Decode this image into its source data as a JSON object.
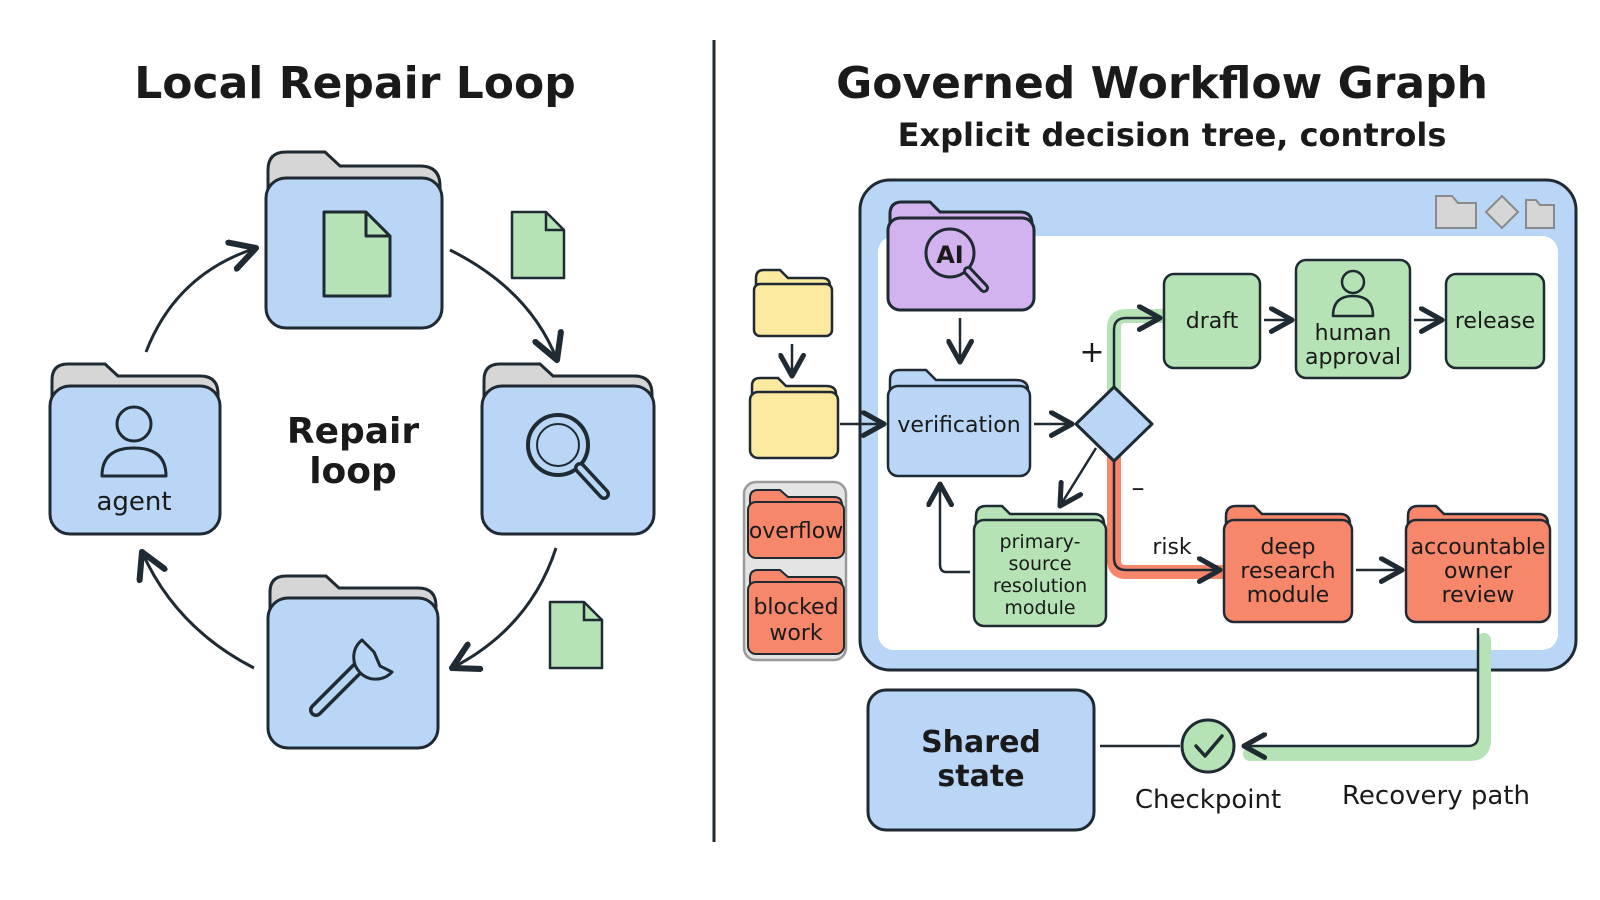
{
  "left_panel": {
    "title": "Local Repair Loop",
    "center_label": [
      "Repair",
      "loop"
    ],
    "agent_label": "agent"
  },
  "right_panel": {
    "title": "Governed Workflow Graph",
    "subtitle": "Explicit decision tree, controls",
    "ai_label": "AI",
    "verification": "verification",
    "plus_sign": "+",
    "minus_sign": "–",
    "draft": "draft",
    "human_approval": [
      "human",
      "approval"
    ],
    "release": "release",
    "primary_source": [
      "primary-",
      "source",
      "resolution",
      "module"
    ],
    "risk_label": "risk",
    "deep_research": [
      "deep",
      "research",
      "module"
    ],
    "accountable_owner": [
      "accountable",
      "owner",
      "review"
    ],
    "overflow": "overflow",
    "blocked_work": [
      "blocked",
      "work"
    ],
    "shared_state": [
      "Shared",
      "state"
    ],
    "checkpoint": "Checkpoint",
    "recovery_path": "Recovery path"
  },
  "colors": {
    "blue": "#b9d6f7",
    "green": "#b5e3b5",
    "yellow": "#fbe9a0",
    "red": "#f7876b",
    "purple": "#d2b3ef",
    "stroke": "#1f2a33"
  },
  "icons": [
    "file-icon",
    "magnifier-icon",
    "wrench-icon",
    "person-icon",
    "ai-magnifier-icon",
    "checkmark-icon",
    "folder-icon",
    "diamond-icon"
  ]
}
